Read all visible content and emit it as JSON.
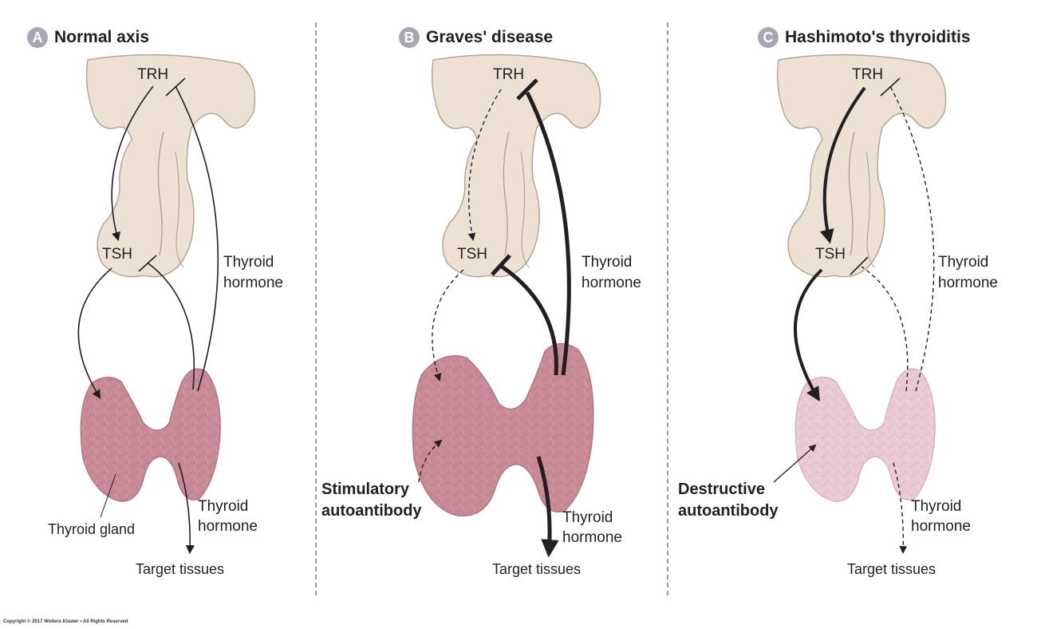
{
  "colors": {
    "brain_fill": "#ece1d3",
    "brain_stroke": "#b3a596",
    "thyroid_fill": "#c98a98",
    "thyroid_pale_fill": "#ebcbd3",
    "badge_fill": "#a6a6b5",
    "divider": "#9a9a9a"
  },
  "panels": [
    {
      "letter": "A",
      "title": "Normal axis",
      "trh_label": "TRH",
      "tsh_label": "TSH",
      "feedback_label": [
        "Thyroid",
        "hormone"
      ],
      "output_label": [
        "Thyroid",
        "hormone"
      ],
      "gland_label": "Thyroid gland",
      "target_label": "Target tissues"
    },
    {
      "letter": "B",
      "title": "Graves' disease",
      "trh_label": "TRH",
      "tsh_label": "TSH",
      "feedback_label": [
        "Thyroid",
        "hormone"
      ],
      "output_label": [
        "Thyroid",
        "hormone"
      ],
      "antibody_label": [
        "Stimulatory",
        "autoantibody"
      ],
      "target_label": "Target tissues"
    },
    {
      "letter": "C",
      "title": "Hashimoto's thyroiditis",
      "trh_label": "TRH",
      "tsh_label": "TSH",
      "feedback_label": [
        "Thyroid",
        "hormone"
      ],
      "output_label": [
        "Thyroid",
        "hormone"
      ],
      "antibody_label": [
        "Destructive",
        "autoantibody"
      ],
      "target_label": "Target tissues"
    }
  ],
  "copyright": "Copyright © 2017 Wolters Kluwer • All Rights Reserved"
}
